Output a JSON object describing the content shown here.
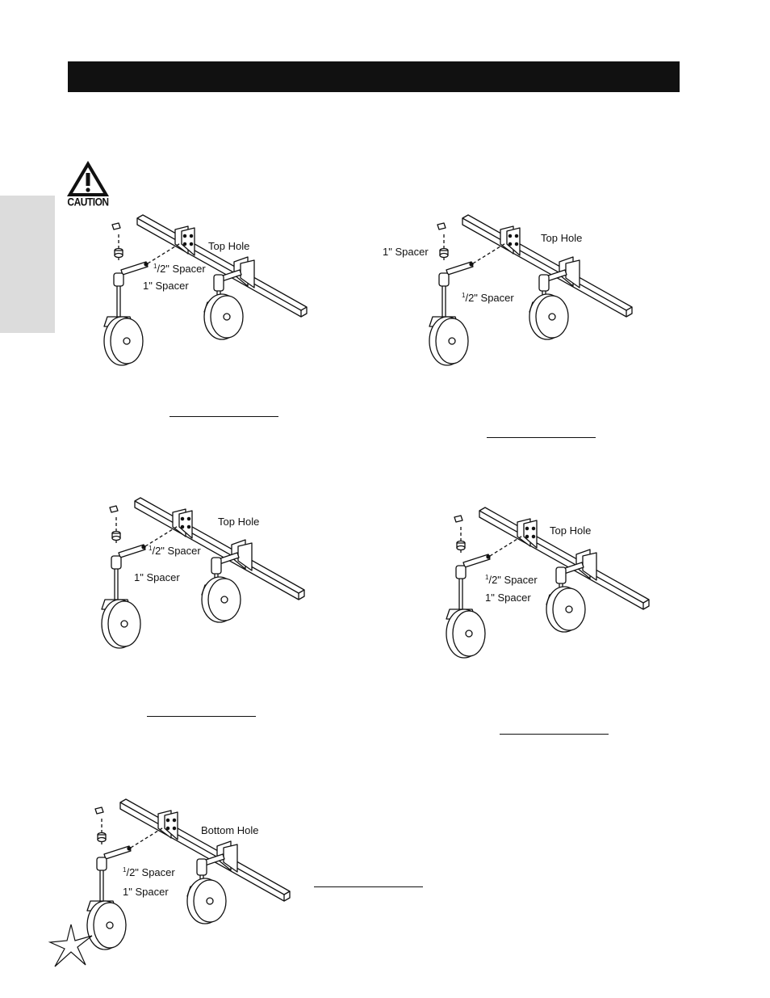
{
  "caution": {
    "label": "CAUTION"
  },
  "figures": [
    {
      "id": "fig1",
      "labels": {
        "hole": "Top Hole",
        "half_spacer": "2\" Spacer",
        "half_prefix": "1",
        "one_spacer": "1\" Spacer"
      }
    },
    {
      "id": "fig2",
      "labels": {
        "hole": "Top Hole",
        "one_spacer": "1\" Spacer",
        "half_spacer": "2\" Spacer",
        "half_prefix": "1"
      }
    },
    {
      "id": "fig3",
      "labels": {
        "hole": "Top Hole",
        "half_spacer": "2\" Spacer",
        "half_prefix": "1",
        "one_spacer": "1\" Spacer"
      }
    },
    {
      "id": "fig4",
      "labels": {
        "hole": "Top Hole",
        "half_spacer": "2\" Spacer",
        "half_prefix": "1",
        "one_spacer": "1\" Spacer"
      }
    },
    {
      "id": "fig5",
      "labels": {
        "hole": "Bottom Hole",
        "half_spacer": "2\" Spacer",
        "half_prefix": "1",
        "one_spacer": "1\" Spacer"
      }
    }
  ]
}
